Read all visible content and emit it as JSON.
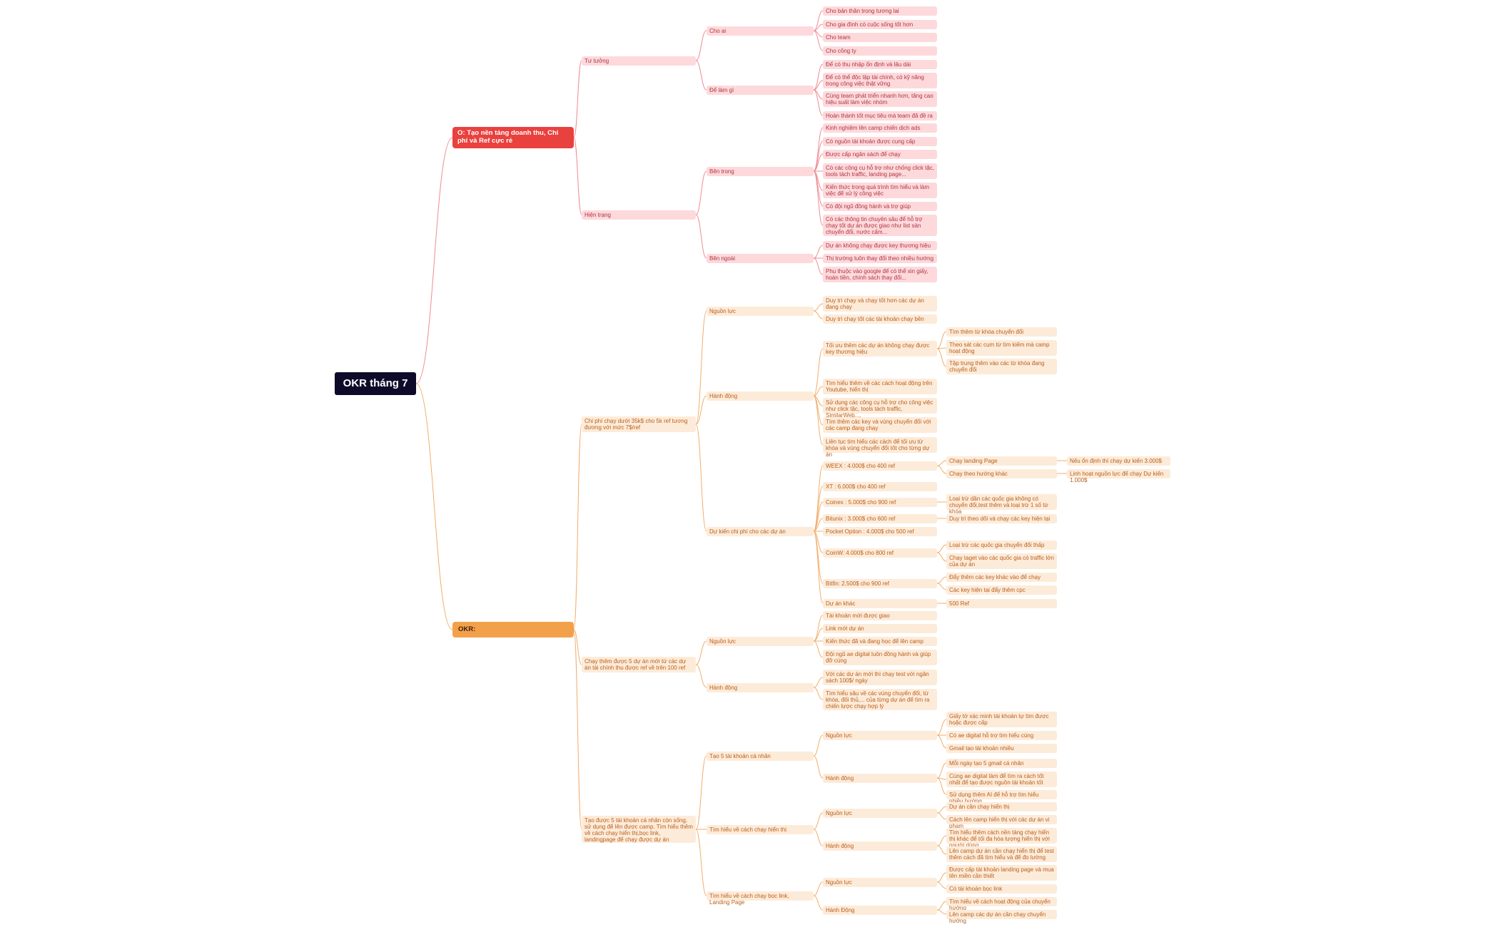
{
  "root": "OKR tháng 7",
  "objective": "O: Tạo nền tảng doanh thu, Chi phí và Ref cực rẻ",
  "okr_label": "OKR:",
  "o_branch": {
    "tu_tuong": "Tư tưởng",
    "cho_ai": "Cho ai",
    "cho_ai_items": [
      "Cho bản thân trong tương lai",
      "Cho gia đình có cuộc sống tốt hơn",
      "Cho team",
      "Cho công ty"
    ],
    "de_lam_gi": "Để làm gì",
    "de_lam_gi_items": [
      "Để có thu nhập ổn định và lâu dài",
      "Để có thể độc lập tài chính, có kỹ năng trong công việc thật vững",
      "Cùng team phát triển nhanh hơn, tăng cao hiệu suất làm việc nhóm",
      "Hoàn thành tốt mục tiêu mà team đã đề ra"
    ],
    "hien_trang": "Hiện trạng",
    "ben_trong": "Bên trong",
    "ben_trong_items": [
      "Kinh nghiệm lên camp chiến dịch ads",
      "Có nguồn tài khoản được cung cấp",
      "Được cấp ngân sách để chạy",
      "Có các công cụ hỗ trợ như chống click tặc, tools tách traffic, landing page...",
      "Kiến thức trong quá trình tìm hiểu và làm việc để xử lý công việc",
      "Có đội ngũ đồng hành và trợ giúp",
      "Có các thông tin chuyên sâu để hỗ trợ chạy tốt dự án được giao như list sàn chuyển đổi, nước cấm..."
    ],
    "ben_ngoai": "Bên ngoài",
    "ben_ngoai_items": [
      "Dự án không chạy được key thương hiệu",
      "Thị trường luôn thay đổi theo nhiều hướng",
      "Phụ thuộc vào google để có thể xin giấy, hoàn tiền, chính sách thay đổi..."
    ]
  },
  "kr1": {
    "title": "Chi phí chạy dưới 35k$ cho 5k ref tương đương với mức 7$/ref",
    "nguon_luc": "Nguồn lực",
    "nguon_luc_items": [
      "Duy trì chạy và chạy tốt hơn các dự án đang chạy",
      "Duy trì chạy tốt các tài khoản chạy bền"
    ],
    "hanh_dong": "Hành động",
    "hd_1": "Tối ưu thêm các dự án không chạy được key thương hiệu",
    "hd_1_items": [
      "Tìm thêm từ khóa chuyển đổi",
      "Theo sát các cụm từ tìm kiếm mà camp hoạt động",
      "Tập trung thêm vào các từ khóa đang chuyển đổi"
    ],
    "hd_items": [
      "Tìm hiểu thêm về các cách hoạt động trên Youtube, hiển thị",
      "Sử dụng các công cụ hỗ trợ cho công việc như click tặc, tools tách traffic, SimilarWeb,...",
      "Tìm thêm các key và vùng chuyển đổi với các camp đang chạy",
      "Liên tục tìm hiểu các cách để tối ưu từ khóa và vùng chuyển đổi tốt cho từng dự án"
    ],
    "du_kien": "Dự kiến chi phí cho các dự án",
    "weex": "WEEX : 4.000$ cho 400 ref",
    "weex_a": "Chạy landing Page",
    "weex_a1": "Nếu ổn định thì chạy dự kiến 3.000$",
    "weex_b": "Chạy theo hướng khác",
    "weex_b1": "Linh hoạt nguồn lực để chạy Dự kiến 1.000$",
    "xt": "XT : 6.000$ cho 400 ref",
    "coinex": "Coinex : 5.000$ cho 900 ref",
    "coinex_a": "Loại trừ dần các quốc gia không có chuyển đổi,test thêm và loại trừ 1 số từ khóa",
    "bitunix": "Bitunix : 3.000$ cho 600 ref",
    "bitunix_a": "Duy trì theo dõi và chạy các key hiện tại",
    "pocket": "Pocket Option : 4.000$ cho 500 ref",
    "coinw": "CoinW: 4.000$ cho 800 ref",
    "coinw_items": [
      "Loại trừ các quốc gia chuyển đổi thấp",
      "Chạy taget vào các quốc gia có traffic lớn của dự án"
    ],
    "bitfin": "Bitfin: 2.500$ cho 900 ref",
    "bitfin_items": [
      "Đẩy thêm các key khác vào để chạy",
      "Các key hiện tại đẩy thêm cpc"
    ],
    "du_an_khac": "Dự án khác",
    "du_an_khac_a": "500 Ref"
  },
  "kr2": {
    "title": "Chạy thêm được 5 dự án mới từ các dự án tài chính thu được ref về trên 100 ref",
    "nguon_luc": "Nguồn lực",
    "nguon_luc_items": [
      "Tài khoản mới được giao",
      "Link mới dự án",
      "Kiến thức đã và đang học để lên camp",
      "Đội ngũ ae digital luôn đồng hành và giúp đỡ cùng"
    ],
    "hanh_dong": "Hành động",
    "hanh_dong_items": [
      "Với các dự án mới thì chạy test với ngân sách 100$/ ngày",
      "Tìm hiểu sâu về các vùng chuyển đổi, từ khóa, đối thủ,... của từng dự án để tìm ra chiến lược chạy hợp lý"
    ]
  },
  "kr3": {
    "title": "Tạo được 5 tài khoản cá nhân còn sống, sử dụng để lên được camp. Tìm hiểu thêm về cách chạy hiển thị,bọc link, landingpage để chạy được dự án",
    "g1": "Tạo 5 tài khoản cá nhân",
    "g1_nl": "Nguồn lực",
    "g1_nl_items": [
      "Giấy tờ xác minh tài khoản tự tìm được hoặc được cấp",
      "Có ae digital hỗ trợ tìm hiểu cùng",
      "Gmail tạo tài khoản nhiều"
    ],
    "g1_hd": "Hành động",
    "g1_hd_items": [
      "Mỗi ngày tạo 5 gmail cá nhân",
      "Cùng ae digital làm để tìm ra cách tốt nhất để tạo được nguồn tài khoản tốt",
      "Sử dụng thêm AI để hỗ trợ tìm hiểu nhiều hướng"
    ],
    "g2": "Tìm hiểu về cách chạy hiển thị",
    "g2_nl": "Nguồn lực",
    "g2_nl_items": [
      "Dự án cần chạy hiển thị",
      "Cách lên camp hiển thị với các dự án vi phạm"
    ],
    "g2_hd": "Hành động",
    "g2_hd_items": [
      "Tìm hiểu thêm cách nền tảng chạy hiển thị khác để tối đa hóa lượng hiển thị với người dùng",
      "Lên camp dự án cần chạy hiển thị để test thêm cách đã tìm hiểu và để đo lường"
    ],
    "g3": "Tìm hiểu về cách chạy bọc link, Landing Page",
    "g3_nl": "Nguồn lực",
    "g3_nl_items": [
      "Được cấp tài khoản landing page và mua tên miền cần thiết",
      "Có tài khoản bọc link"
    ],
    "g3_hd": "Hành Động",
    "g3_hd_items": [
      "Tìm hiểu về cách hoạt động của chuyển hướng",
      "Lên camp các dự án cần chạy chuyển hướng"
    ]
  },
  "colors": {
    "root": "#0e0b2a",
    "objective": "#e8413e",
    "okr": "#f3a04b",
    "pink_node": "#fdd9dc",
    "peach_node": "#fdebd9",
    "pink_line": "#f08a93",
    "orange_line": "#f2ad6a"
  }
}
